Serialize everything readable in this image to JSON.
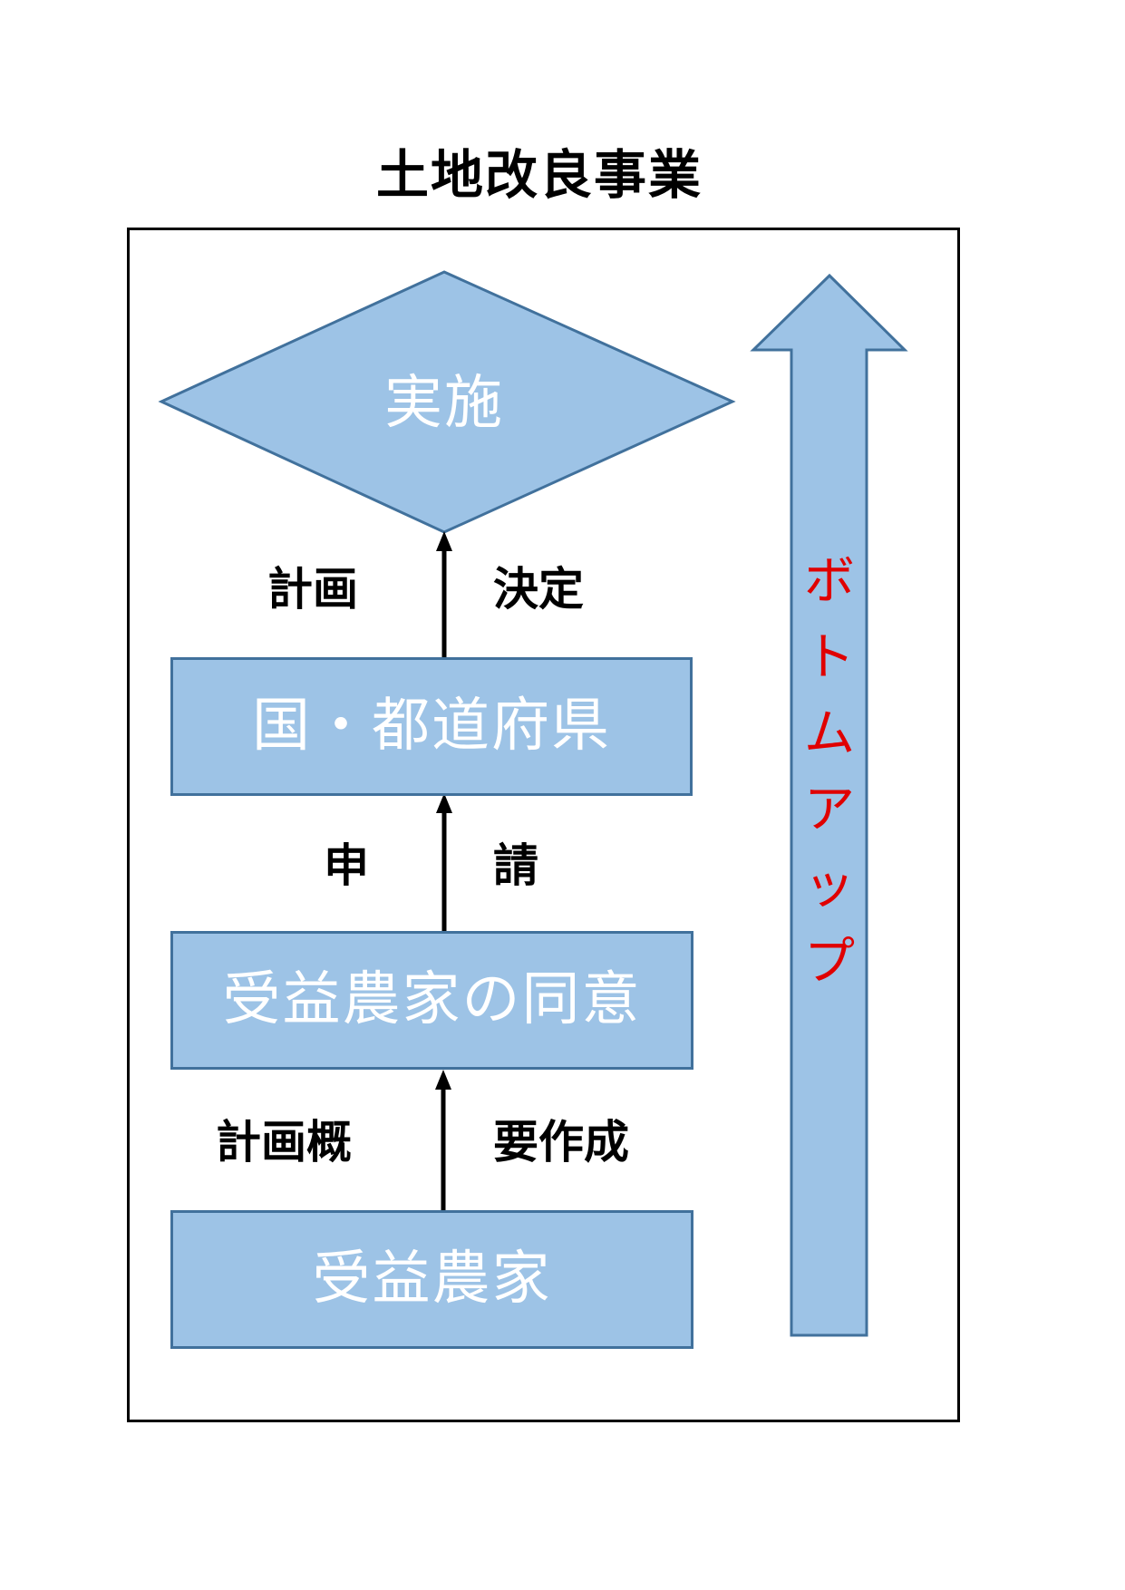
{
  "title": "土地改良事業",
  "nodes": {
    "implementation": "実施",
    "government": "国・都道府県",
    "consent": "受益農家の同意",
    "farmers": "受益農家"
  },
  "edge_labels": {
    "plan": "計画",
    "decision": "決定",
    "apply_left": "申",
    "apply_right": "請",
    "outline_left": "計画概",
    "outline_right": "要作成"
  },
  "bottom_up": [
    "ボ",
    "ト",
    "ム",
    "ア",
    "ッ",
    "プ"
  ],
  "colors": {
    "fill": "#9dc3e6",
    "stroke": "#41719c",
    "accent_text": "#e00000"
  }
}
